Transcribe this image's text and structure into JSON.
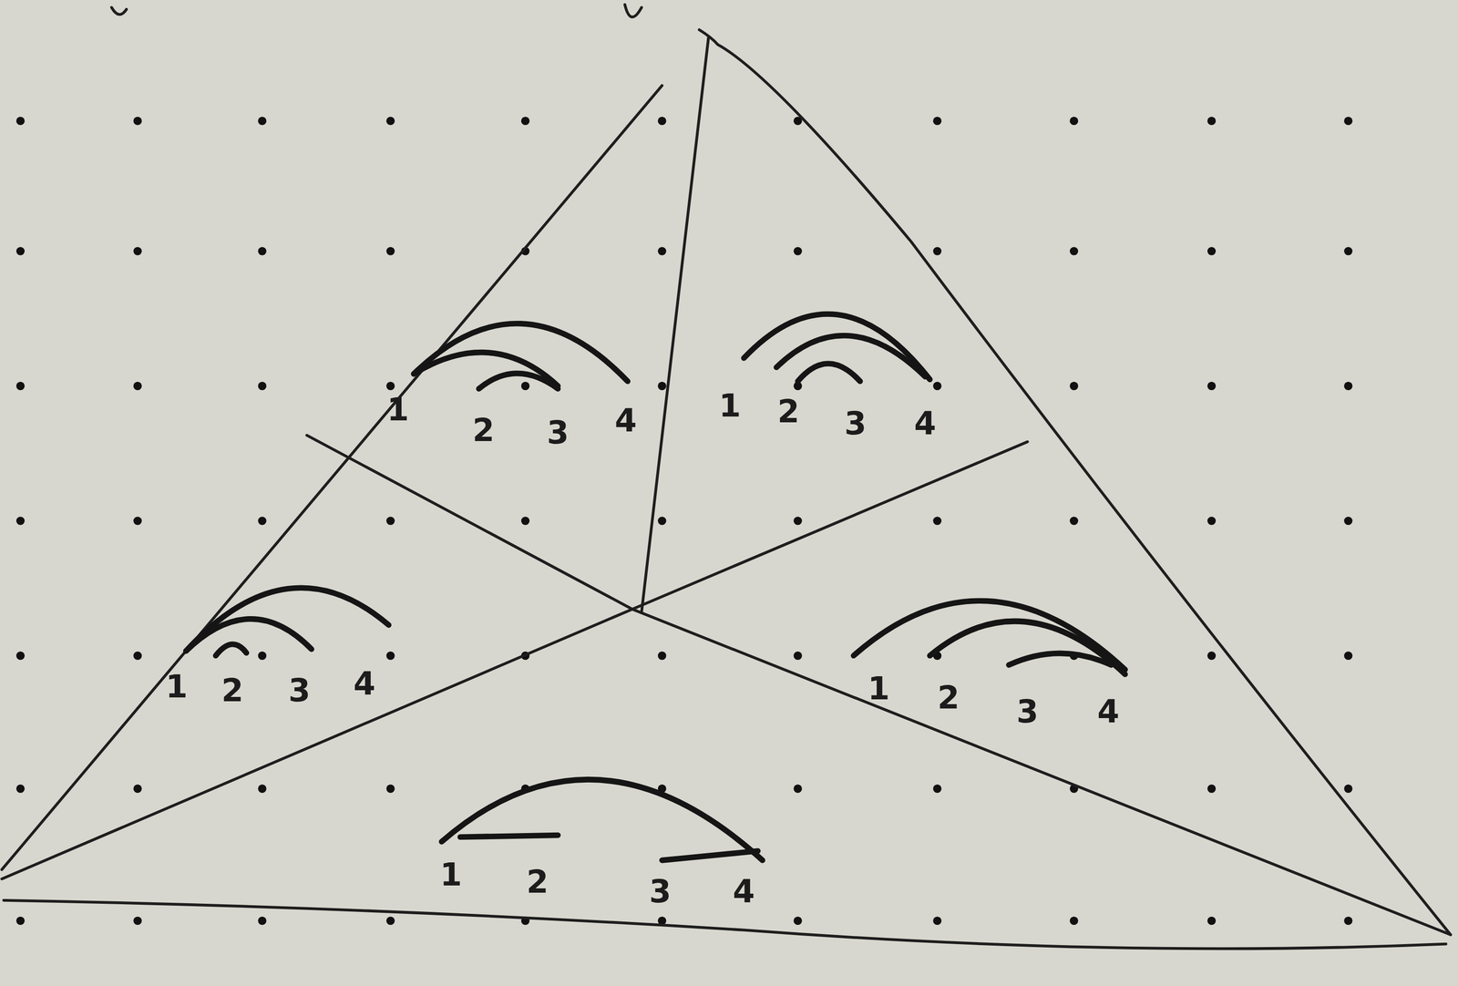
{
  "diagram": {
    "labels": [
      "1",
      "2",
      "3",
      "4",
      "1",
      "2",
      "3",
      "4",
      "1",
      "2",
      "3",
      "4",
      "1",
      "2",
      "3",
      "4",
      "1",
      "2",
      "3",
      "4"
    ]
  }
}
